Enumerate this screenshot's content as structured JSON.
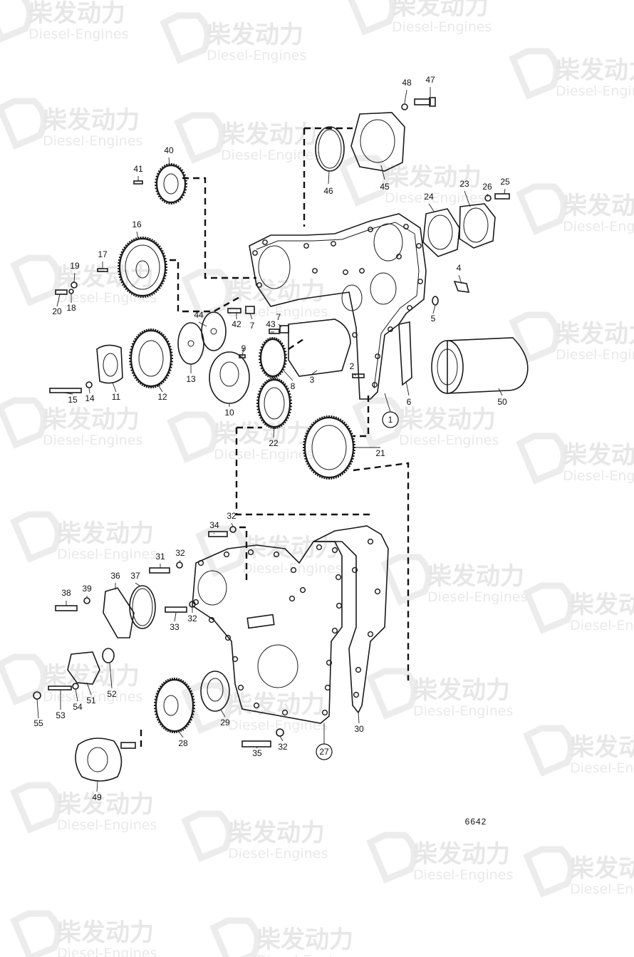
{
  "watermark": {
    "cn": "柴发动力",
    "en": "Diesel-Engines"
  },
  "drawing_number": "6642",
  "callouts": {
    "c1": "1",
    "c2": "2",
    "c3": "3",
    "c4": "4",
    "c5": "5",
    "c6": "6",
    "c7a": "7",
    "c7b": "7",
    "c8": "8",
    "c9": "9",
    "c10": "10",
    "c11": "11",
    "c12": "12",
    "c13": "13",
    "c14": "14",
    "c15": "15",
    "c16": "16",
    "c17": "17",
    "c18": "18",
    "c19": "19",
    "c20": "20",
    "c21": "21",
    "c22": "22",
    "c23": "23",
    "c24": "24",
    "c25": "25",
    "c26": "26",
    "c27": "27",
    "c28": "28",
    "c29": "29",
    "c30": "30",
    "c31": "31",
    "c32a": "32",
    "c32b": "32",
    "c32c": "32",
    "c32d": "32",
    "c33": "33",
    "c34": "34",
    "c35": "35",
    "c36": "36",
    "c37": "37",
    "c38": "38",
    "c39": "39",
    "c40": "40",
    "c41": "41",
    "c42": "42",
    "c43": "43",
    "c44": "44",
    "c45": "45",
    "c46": "46",
    "c47": "47",
    "c48": "48",
    "c49": "49",
    "c50": "50",
    "c51": "51",
    "c52": "52",
    "c53": "53",
    "c54": "54",
    "c55": "55"
  }
}
